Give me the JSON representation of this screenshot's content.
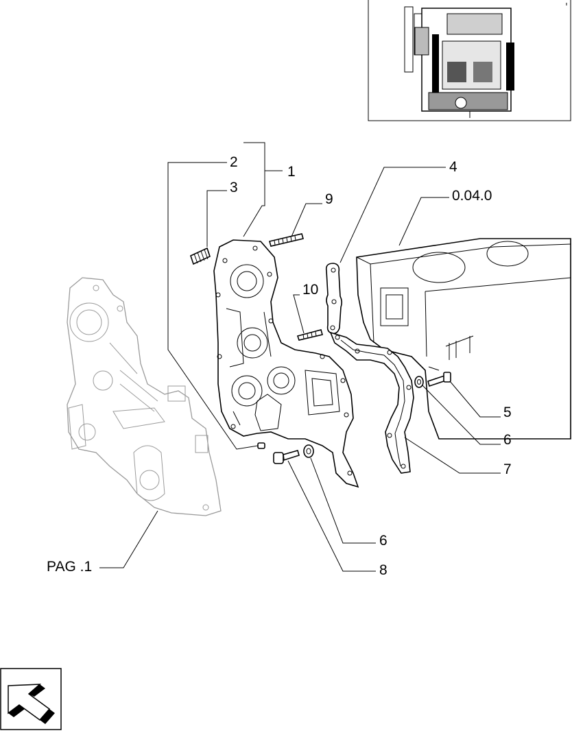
{
  "callouts": {
    "c1": "1",
    "c2": "2",
    "c3": "3",
    "c4": "4",
    "c0040": "0.04.0",
    "c9": "9",
    "c10": "10",
    "c5": "5",
    "c6a": "6",
    "c7": "7",
    "c6b": "6",
    "c8": "8",
    "pag": "PAG .1"
  },
  "icons": {
    "engine_thumbnail": "engine-thumbnail-icon",
    "navigation": "back-arrow-icon"
  }
}
